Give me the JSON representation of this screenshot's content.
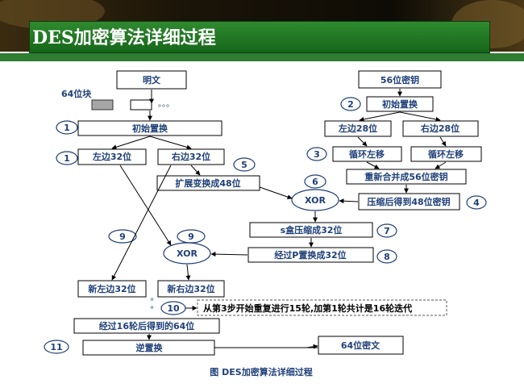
{
  "slide": {
    "title": "DES加密算法详细过程"
  },
  "labels": {
    "plaintext": "明文",
    "block64": "64位块",
    "key56": "56位密钥",
    "ip": "初始置换",
    "pc1": "初始置换",
    "left28": "左边28位",
    "right28": "右边28位",
    "lshift_left": "循环左移",
    "lshift_right": "循环左移",
    "merge56": "重新合并成56位密钥",
    "compress48": "压缩后得到48位密钥",
    "left32": "左边32位",
    "right32": "右边32位",
    "expand48": "扩展变换成48位",
    "xor1": "XOR",
    "sbox": "s盒压缩成32位",
    "pbox": "经过P置换成32位",
    "xor2": "XOR",
    "newleft": "新左边32位",
    "newright": "新右边32位",
    "repeat_note": "从第3步开始重复进行15轮,加第1轮共计是16轮迭代",
    "after16": "经过16轮后得到的64位",
    "inv_ip": "逆置换",
    "cipher": "64位密文",
    "caption": "图 DES加密算法详细过程",
    "dots": "。。。"
  },
  "steps": {
    "s1a": "1",
    "s1b": "1",
    "s2": "2",
    "s3": "3",
    "s4": "4",
    "s5": "5",
    "s6": "6",
    "s7": "7",
    "s8": "8",
    "s9a": "9",
    "s9b": "9",
    "s10": "10",
    "s11": "11"
  },
  "colors": {
    "title_bg": "#16661a",
    "label_text": "#1f3f78",
    "step_border": "#1f3f78"
  }
}
